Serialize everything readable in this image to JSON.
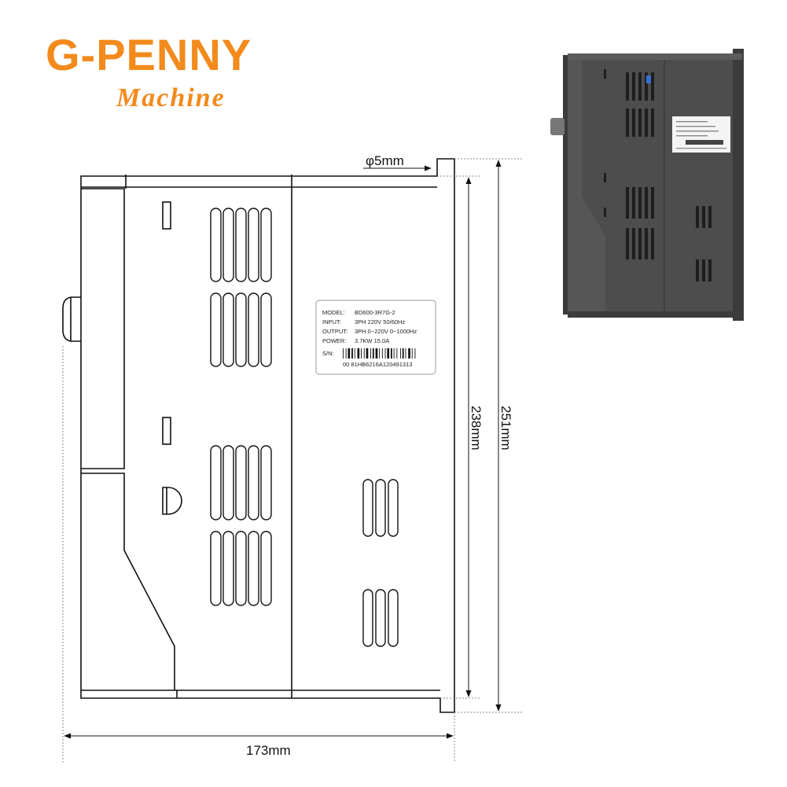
{
  "logo": {
    "brand": "G-PENNY",
    "sub": "Machine",
    "color": "#f28a1c"
  },
  "dimensions": {
    "hole": "φ5mm",
    "inner_height": "238mm",
    "outer_height": "251mm",
    "depth": "173mm"
  },
  "nameplate": {
    "rows": [
      {
        "key": "MODEL:",
        "value": "BD600-3R7G-2"
      },
      {
        "key": "INPUT:",
        "value": "3PH 220V 50/60Hz"
      },
      {
        "key": "OUTPUT:",
        "value": "3PH 0~220V 0~1000Hz"
      },
      {
        "key": "POWER:",
        "value": "3.7KW 15.0A"
      },
      {
        "key": "S/N:",
        "value": ""
      }
    ],
    "serial": "00 81HB6216A120491313"
  },
  "colors": {
    "line": "#111111",
    "device_body": "#4a4a4a",
    "device_dark": "#2e2e2e"
  }
}
